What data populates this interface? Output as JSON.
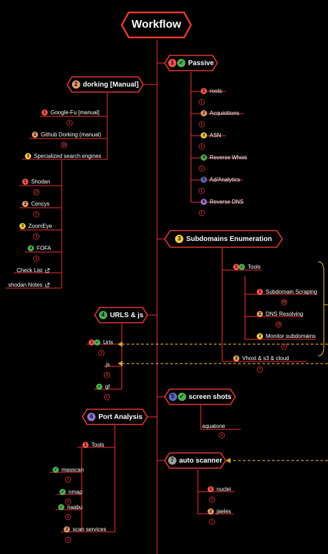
{
  "colors": {
    "wire": "#c62828",
    "dash": "#d4a23a",
    "bg": "#000000",
    "one": "#ef5350",
    "two": "#e09c6a",
    "three": "#f2c94c",
    "four": "#4caf50",
    "five": "#5c6bc0",
    "six": "#9575cd",
    "seven": "#9e9e9e",
    "check": "#4caf50"
  },
  "title": "Workflow",
  "passive": {
    "badge": "1",
    "check": "✓",
    "label": "Passive",
    "items": [
      {
        "badge": "1",
        "label": "roots",
        "sub": "1"
      },
      {
        "badge": "2",
        "label": "Acquisitions",
        "sub": "1"
      },
      {
        "badge": "3",
        "label": "ASN",
        "sub": "1"
      },
      {
        "badge": "4",
        "label": "Reverse Whois",
        "sub": "1"
      },
      {
        "badge": "5",
        "label": "Ad/Analytics",
        "sub": "1"
      },
      {
        "badge": "6",
        "label": "Reverse DNS",
        "sub": "1"
      }
    ]
  },
  "dorking": {
    "badge": "2",
    "label": "dorking [Manual]",
    "items": [
      {
        "badge": "1",
        "label": "Google-Fu [manual]",
        "sub": "1"
      },
      {
        "badge": "2",
        "label": "Github Dorking (manual)",
        "sub": "16"
      },
      {
        "badge": "3",
        "label": "Specialized search engines"
      }
    ],
    "engines": [
      {
        "badge": "1",
        "label": "Shodan",
        "sub": "17"
      },
      {
        "badge": "2",
        "label": "Cencys",
        "sub": "2"
      },
      {
        "badge": "3",
        "label": "ZoomEye",
        "sub": "1"
      },
      {
        "badge": "4",
        "label": "FOFA",
        "sub": "1"
      }
    ],
    "links": [
      {
        "label": "Check List"
      },
      {
        "label": "shodan Notes"
      }
    ]
  },
  "subdomains": {
    "badge": "3",
    "label": "Subdomains Enumeration",
    "tools": {
      "badge": "1",
      "check": "✓",
      "label": "Tools"
    },
    "items": [
      {
        "badge": "1",
        "label": "Subdomain Scraping",
        "sub": "38"
      },
      {
        "badge": "2",
        "label": "DNS Resolving",
        "sub": "10"
      },
      {
        "badge": "3",
        "label": "Monitor subdomains",
        "sub": "2"
      }
    ],
    "vhost": {
      "badge": "2",
      "label": "Vhost & s3 & cloud",
      "sub": "7"
    }
  },
  "urls": {
    "badge": "4",
    "label": "URLS & js",
    "items": [
      {
        "badge": "1",
        "check": "✓",
        "label": "Urls",
        "sub": "3"
      },
      {
        "label": "js",
        "sub": "3"
      },
      {
        "check": "✓",
        "label": "gf",
        "sub": "1"
      }
    ]
  },
  "screens": {
    "badge": "5",
    "check": "✓",
    "label": "screen shots",
    "items": [
      {
        "label": "aquatone",
        "sub": "2"
      }
    ]
  },
  "port": {
    "badge": "6",
    "label": "Port Analysis",
    "tools": {
      "badge": "1",
      "label": "Tools"
    },
    "items": [
      {
        "check": "✓",
        "label": "masscan",
        "sub": "1"
      },
      {
        "check": "✓",
        "label": "nmap",
        "sub": "1"
      },
      {
        "check": "✓",
        "label": "naabu",
        "sub": "1"
      },
      {
        "badge": "2",
        "label": "scan services",
        "sub": "1"
      }
    ]
  },
  "auto": {
    "badge": "7",
    "label": "auto scanner",
    "items": [
      {
        "badge": "1",
        "label": "nuclei",
        "sub": "2"
      },
      {
        "badge": "2",
        "label": "jaeles",
        "sub": "1"
      }
    ]
  }
}
